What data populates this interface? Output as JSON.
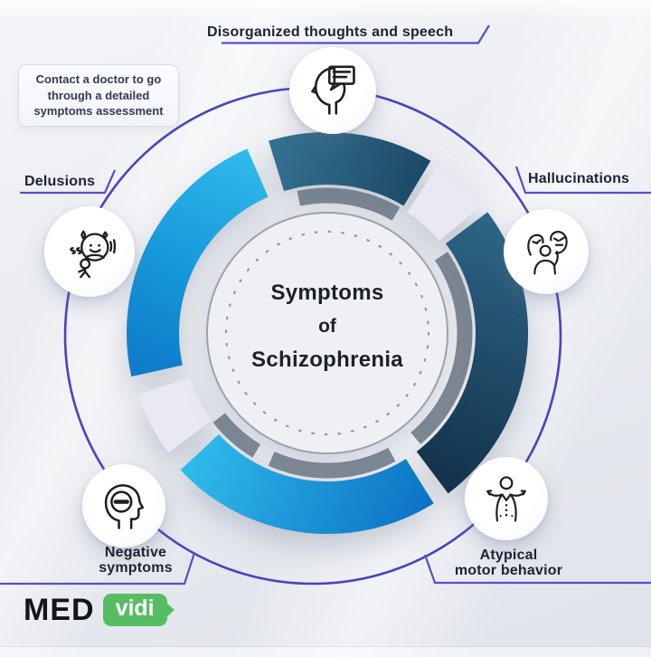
{
  "center": {
    "lines": [
      "Symptoms",
      "of",
      "Schizophrenia"
    ]
  },
  "note": {
    "text": "Contact a doctor to go through a detailed symptoms assessment"
  },
  "callouts": {
    "disorganized": {
      "text": "Disorganized thoughts and speech"
    },
    "hallucinations": {
      "text": "Hallucinations"
    },
    "delusions": {
      "text": "Delusions"
    },
    "negative": {
      "lines": [
        "Negative",
        "symptoms"
      ]
    },
    "atypical": {
      "lines": [
        "Atypical",
        "motor behavior"
      ]
    }
  },
  "logo": {
    "brand": "MED",
    "badge": "vidi"
  },
  "icons": {
    "top": "disorganized-thoughts-icon",
    "right": "hallucinations-icon",
    "left": "delusions-icon",
    "bottom_left": "negative-symptoms-icon",
    "bottom_right": "atypical-motor-behavior-icon"
  },
  "colors": {
    "accent_purple": "#4a43bf",
    "arc_blue_light": "#2fb9ea",
    "arc_blue_dark": "#0b6fc2",
    "arc_navy_light": "#2e6a89",
    "arc_navy_dark": "#14344e",
    "arc_gray": "#7e8994",
    "arc_lavender": "#e9e8f5",
    "badge_green": "#57bd63",
    "text_dark": "#1d2233"
  }
}
